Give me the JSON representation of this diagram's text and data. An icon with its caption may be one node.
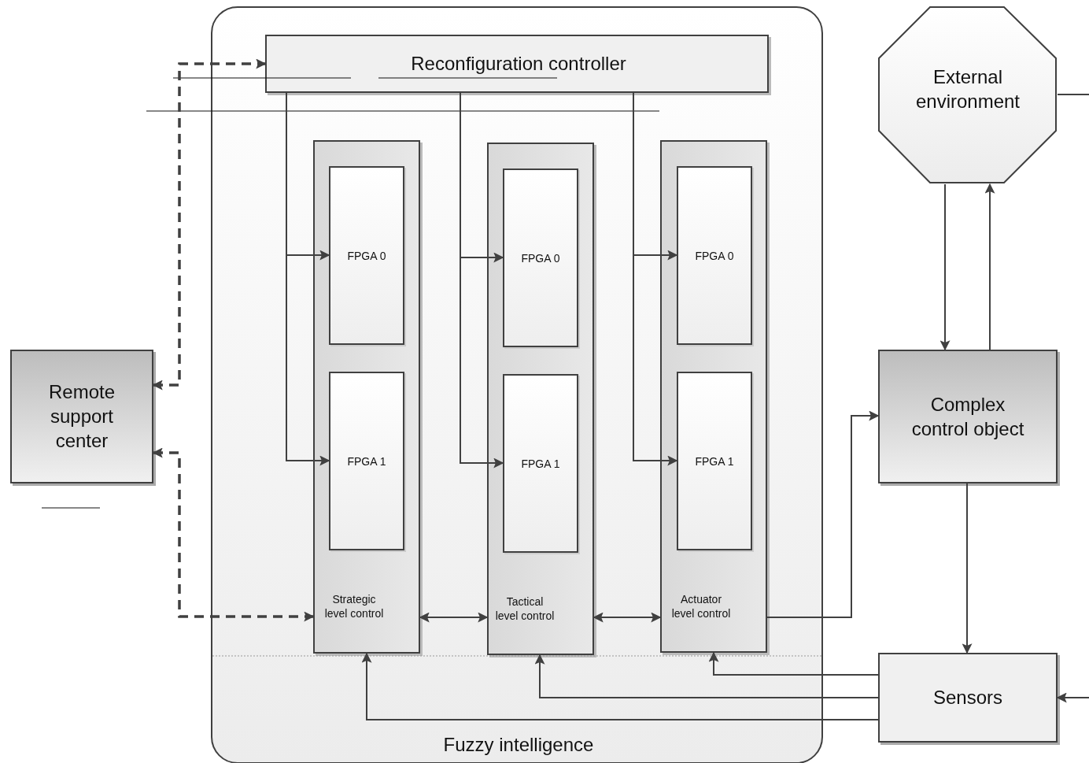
{
  "diagram": {
    "nodes": [
      {
        "text": [
          "Fuzzy intelligence"
        ]
      },
      {
        "text": [
          "Reconfiguration controller"
        ],
        "in": 0
      },
      {
        "text": [
          "Strategic level control"
        ],
        "in": 0
      },
      {
        "text": [
          "FPGA 0"
        ],
        "in": 2
      },
      {
        "text": [
          "FPGA 1"
        ],
        "in": 2
      },
      {
        "text": [
          "Tactical level control"
        ],
        "in": 0
      },
      {
        "text": [
          "FPGA 0"
        ],
        "in": 5
      },
      {
        "text": [
          "FPGA 1"
        ],
        "in": 5
      },
      {
        "text": [
          "Actuator level control"
        ],
        "in": 0
      },
      {
        "text": [
          "FPGA 0"
        ],
        "in": 8
      },
      {
        "text": [
          "FPGA 1"
        ],
        "in": 8
      },
      {
        "text": [
          "External environment"
        ]
      },
      {
        "text": [
          "Remote support center"
        ]
      },
      {
        "text": [
          "Complex control object"
        ]
      },
      {
        "text": [
          "Sensors"
        ]
      }
    ],
    "edges": [
      {
        "from": 1,
        "to": 3,
        "arrow": "to"
      },
      {
        "from": 1,
        "to": 4,
        "arrow": "to"
      },
      {
        "from": 1,
        "to": 6,
        "arrow": "to"
      },
      {
        "from": 1,
        "to": 7,
        "arrow": "to"
      },
      {
        "from": 1,
        "to": 9,
        "arrow": "to"
      },
      {
        "from": 1,
        "to": 10,
        "arrow": "to"
      },
      {
        "from": 12,
        "to": 1,
        "arrow": "both",
        "style": "dashed"
      },
      {
        "from": 12,
        "to": 2,
        "arrow": "both",
        "style": "dashed"
      },
      {
        "from": 2,
        "to": 5,
        "arrow": "both"
      },
      {
        "from": 5,
        "to": 8,
        "arrow": "both"
      },
      {
        "from": 8,
        "to": 13,
        "arrow": "to"
      },
      {
        "from": 11,
        "to": 13,
        "arrow": "to"
      },
      {
        "from": 13,
        "to": 11,
        "arrow": "to"
      },
      {
        "from": 13,
        "to": 14,
        "arrow": "to"
      },
      {
        "from": 14,
        "to": 8,
        "arrow": "to"
      },
      {
        "from": 14,
        "to": 5,
        "arrow": "to"
      },
      {
        "from": 14,
        "to": 2,
        "arrow": "to"
      },
      {
        "from": 11,
        "to": null,
        "arrow": "none"
      },
      {
        "from": null,
        "to": 14,
        "arrow": "to"
      }
    ]
  }
}
